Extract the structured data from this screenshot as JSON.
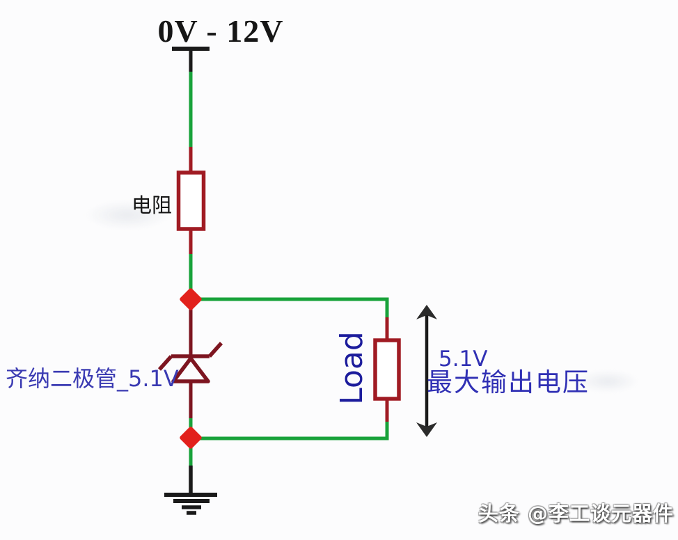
{
  "diagram": {
    "type": "zener-diode-voltage-regulator-schematic",
    "source_voltage_label": "0V - 12V",
    "resistor_label": "电阻",
    "zener_label": "齐纳二极管_5.1V",
    "load_label": "Load",
    "output_voltage_value": "5.1V",
    "output_voltage_caption": "最大输出电压"
  },
  "watermark": "头条 @李工谈元器件",
  "colors": {
    "wire_green": "#18a23a",
    "component_red": "#a01b23",
    "zener_red": "#7d1520",
    "junction_red": "#e2211c",
    "label_blue": "#3434b2",
    "load_text_blue": "#1c1c9c",
    "line_black": "#1a1a1a",
    "background": "#fcfcfd"
  }
}
